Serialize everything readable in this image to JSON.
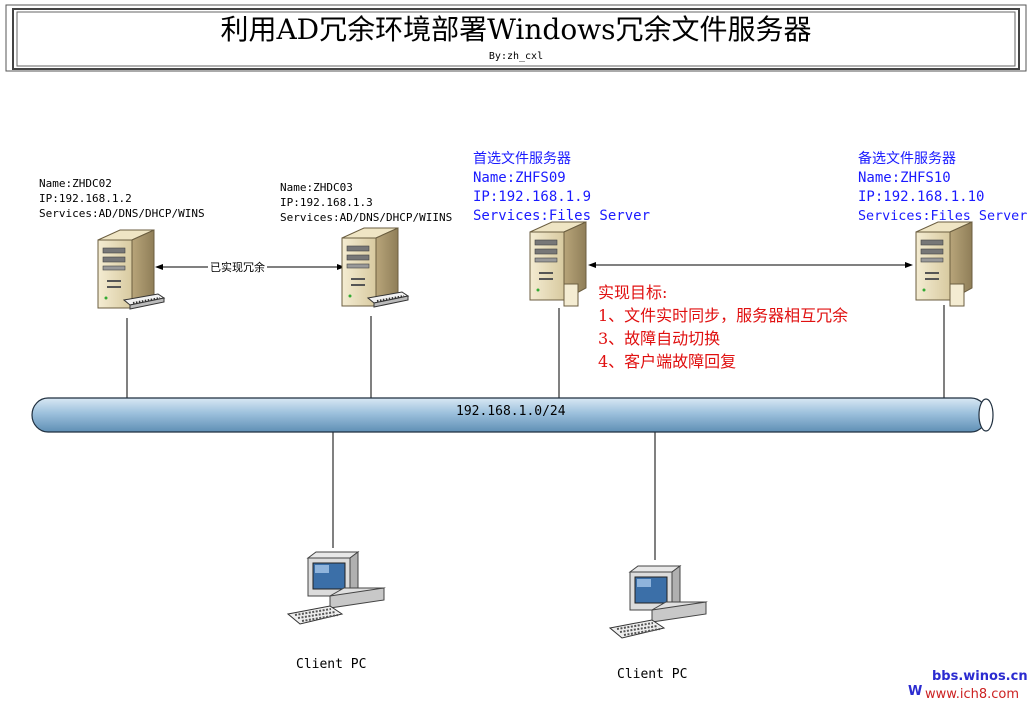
{
  "title": "利用AD冗余环境部署Windows冗余文件服务器",
  "subtitle": "By:zh_cxl",
  "servers": [
    {
      "name": "Name:ZHDC02",
      "ip": "IP:192.168.1.2",
      "services": "Services:AD/DNS/DHCP/WINS"
    },
    {
      "name": "Name:ZHDC03",
      "ip": "IP:192.168.1.3",
      "services": "Services:AD/DNS/DHCP/WIINS"
    }
  ],
  "redundant_label": "已实现冗余",
  "file_servers": [
    {
      "role": "首选文件服务器",
      "name": "Name:ZHFS09",
      "ip": "IP:192.168.1.9",
      "services": "Services:Files Server"
    },
    {
      "role": "备选文件服务器",
      "name": "Name:ZHFS10",
      "ip": "IP:192.168.1.10",
      "services": "Services:Files Server"
    }
  ],
  "goals": {
    "heading": "实现目标:",
    "items": [
      "1、文件实时同步，服务器相互冗余",
      "3、故障自动切换",
      "4、客户端故障回复"
    ]
  },
  "network": "192.168.1.0/24",
  "clients": [
    {
      "label": "Client PC"
    },
    {
      "label": "Client PC"
    }
  ],
  "watermark": {
    "line1": "bbs.winos.cn",
    "line2": "www.ich8.com",
    "prefix": "W"
  },
  "colors": {
    "blue_text": "#1a1aff",
    "red_text": "#e01010",
    "bus_fill": "#a7c7e0",
    "frame": "#555555"
  }
}
